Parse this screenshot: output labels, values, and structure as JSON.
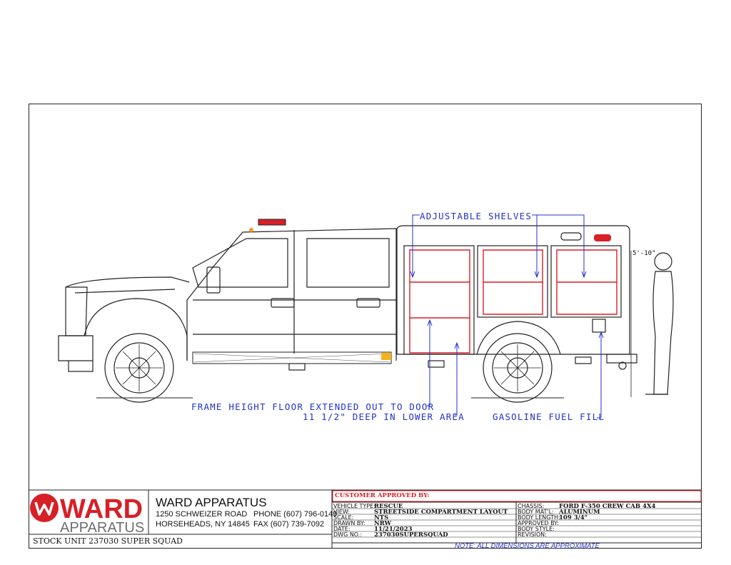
{
  "callouts": {
    "shelves": "ADJUSTABLE SHELVES",
    "floor": "FRAME HEIGHT FLOOR EXTENDED OUT TO DOOR",
    "deep": "11 1/2\" DEEP IN LOWER AREA",
    "fuel": "GASOLINE FUEL FILL",
    "height": "5'-10\""
  },
  "company": {
    "logo_top": "WARD",
    "logo_bottom": "APPARATUS",
    "name": "WARD APPARATUS",
    "address1": "1250 SCHWEIZER ROAD",
    "address2": "HORSEHEADS, NY 14845",
    "phone": "PHONE (607) 796-0149",
    "fax": "FAX (607) 739-7092"
  },
  "stock": "STOCK UNIT 237030 SUPER SQUAD",
  "title_block": {
    "approved_label": "CUSTOMER APPROVED BY:",
    "vehicle_type_label": "VEHICLE TYPE:",
    "vehicle_type": "RESCUE",
    "view_label": "VIEW:",
    "view": "STREETSIDE COMPARTMENT LAYOUT",
    "scale_label": "SCALE:",
    "scale": "NTS",
    "drawn_label": "DRAWN BY:",
    "drawn": "NRW",
    "date_label": "DATE:",
    "date": "11/21/2023",
    "dwg_label": "DWG NO.:",
    "dwg": "237030SUPERSQUAD",
    "chassis_label": "CHASSIS:",
    "chassis": "FORD F-350 CREW CAB 4X4",
    "matl_label": "BODY MAT'L:",
    "matl": "ALUMINUM",
    "length_label": "BODY LENGTH:",
    "length": "109 3/4\"",
    "approved_by_label": "APPROVED BY:",
    "style_label": "BODY STYLE:",
    "revision_label": "REVISION:",
    "note": "NOTE: ALL DIMENSIONS ARE APPROXIMATE"
  },
  "colors": {
    "callout": "#2233cc",
    "red": "#d81f26",
    "logo_gray": "#6d6e71"
  }
}
